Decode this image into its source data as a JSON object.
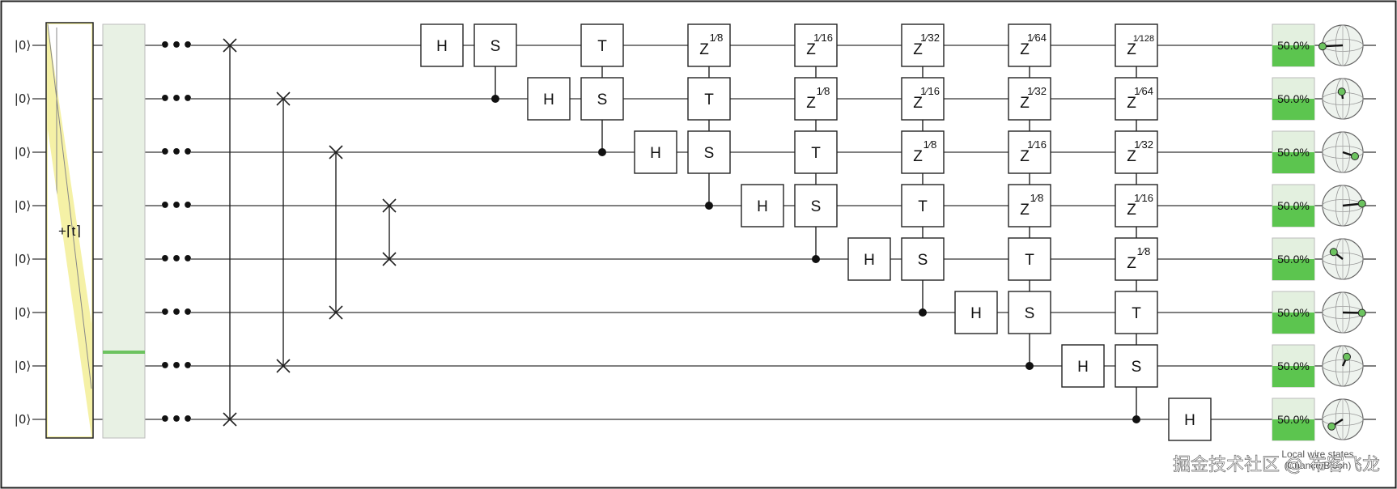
{
  "qubit_label": "|0⟩",
  "input_label": "+⌈t⌉",
  "ellipsis": "•••",
  "num_qubits": 8,
  "swaps": [
    [
      0,
      7
    ],
    [
      1,
      6
    ],
    [
      2,
      5
    ],
    [
      3,
      4
    ]
  ],
  "gates": [
    {
      "col": 0,
      "target": 0,
      "name": "H"
    },
    {
      "col": 1,
      "target": 0,
      "name": "S",
      "control": 1
    },
    {
      "col": 2,
      "target": 1,
      "name": "H"
    },
    {
      "col": 3,
      "target": 0,
      "name": "T",
      "control": 2
    },
    {
      "col": 3,
      "target": 1,
      "name": "S",
      "control": 2
    },
    {
      "col": 4,
      "target": 2,
      "name": "H"
    },
    {
      "col": 5,
      "target": 0,
      "name": "Z",
      "frac": "1⁄8",
      "control": 3
    },
    {
      "col": 5,
      "target": 1,
      "name": "T",
      "control": 3
    },
    {
      "col": 5,
      "target": 2,
      "name": "S",
      "control": 3
    },
    {
      "col": 6,
      "target": 3,
      "name": "H"
    },
    {
      "col": 7,
      "target": 0,
      "name": "Z",
      "frac": "1⁄16",
      "control": 4
    },
    {
      "col": 7,
      "target": 1,
      "name": "Z",
      "frac": "1⁄8",
      "control": 4
    },
    {
      "col": 7,
      "target": 2,
      "name": "T",
      "control": 4
    },
    {
      "col": 7,
      "target": 3,
      "name": "S",
      "control": 4
    },
    {
      "col": 8,
      "target": 4,
      "name": "H"
    },
    {
      "col": 9,
      "target": 0,
      "name": "Z",
      "frac": "1⁄32",
      "control": 5
    },
    {
      "col": 9,
      "target": 1,
      "name": "Z",
      "frac": "1⁄16",
      "control": 5
    },
    {
      "col": 9,
      "target": 2,
      "name": "Z",
      "frac": "1⁄8",
      "control": 5
    },
    {
      "col": 9,
      "target": 3,
      "name": "T",
      "control": 5
    },
    {
      "col": 9,
      "target": 4,
      "name": "S",
      "control": 5
    },
    {
      "col": 10,
      "target": 5,
      "name": "H"
    },
    {
      "col": 11,
      "target": 0,
      "name": "Z",
      "frac": "1⁄64",
      "control": 6
    },
    {
      "col": 11,
      "target": 1,
      "name": "Z",
      "frac": "1⁄32",
      "control": 6
    },
    {
      "col": 11,
      "target": 2,
      "name": "Z",
      "frac": "1⁄16",
      "control": 6
    },
    {
      "col": 11,
      "target": 3,
      "name": "Z",
      "frac": "1⁄8",
      "control": 6
    },
    {
      "col": 11,
      "target": 4,
      "name": "T",
      "control": 6
    },
    {
      "col": 11,
      "target": 5,
      "name": "S",
      "control": 6
    },
    {
      "col": 12,
      "target": 6,
      "name": "H"
    },
    {
      "col": 13,
      "target": 0,
      "name": "Z",
      "frac": "1⁄128",
      "control": 7
    },
    {
      "col": 13,
      "target": 1,
      "name": "Z",
      "frac": "1⁄64",
      "control": 7
    },
    {
      "col": 13,
      "target": 2,
      "name": "Z",
      "frac": "1⁄32",
      "control": 7
    },
    {
      "col": 13,
      "target": 3,
      "name": "Z",
      "frac": "1⁄16",
      "control": 7
    },
    {
      "col": 13,
      "target": 4,
      "name": "Z",
      "frac": "1⁄8",
      "control": 7
    },
    {
      "col": 13,
      "target": 5,
      "name": "T",
      "control": 7
    },
    {
      "col": 13,
      "target": 6,
      "name": "S",
      "control": 7
    },
    {
      "col": 14,
      "target": 7,
      "name": "H"
    }
  ],
  "probabilities": [
    "50.0%",
    "50.0%",
    "50.0%",
    "50.0%",
    "50.0%",
    "50.0%",
    "50.0%",
    "50.0%"
  ],
  "probability_values": [
    0.5,
    0.5,
    0.5,
    0.5,
    0.5,
    0.5,
    0.5,
    0.5
  ],
  "bloch_vectors": [
    [
      -1,
      0.05
    ],
    [
      -0.05,
      -0.35
    ],
    [
      0.6,
      0.2
    ],
    [
      0.95,
      -0.1
    ],
    [
      -0.45,
      -0.35
    ],
    [
      0.95,
      0.02
    ],
    [
      0.2,
      -0.45
    ],
    [
      -0.55,
      0.35
    ]
  ],
  "footer_label_line1": "Local wire states",
  "footer_label_line2": "(Chance/Bloch)",
  "watermark": "掘金技术社区 @ 布客飞龙",
  "colors": {
    "input_fill": "#f5f1a6",
    "display_fill": "#e8f1e4",
    "display_marker": "#6cc35f",
    "prob_fill": "#5cc54f",
    "prob_bg": "#e3f0df",
    "bloch_fill": "#eef3ee",
    "bloch_point": "#6cc35f"
  }
}
